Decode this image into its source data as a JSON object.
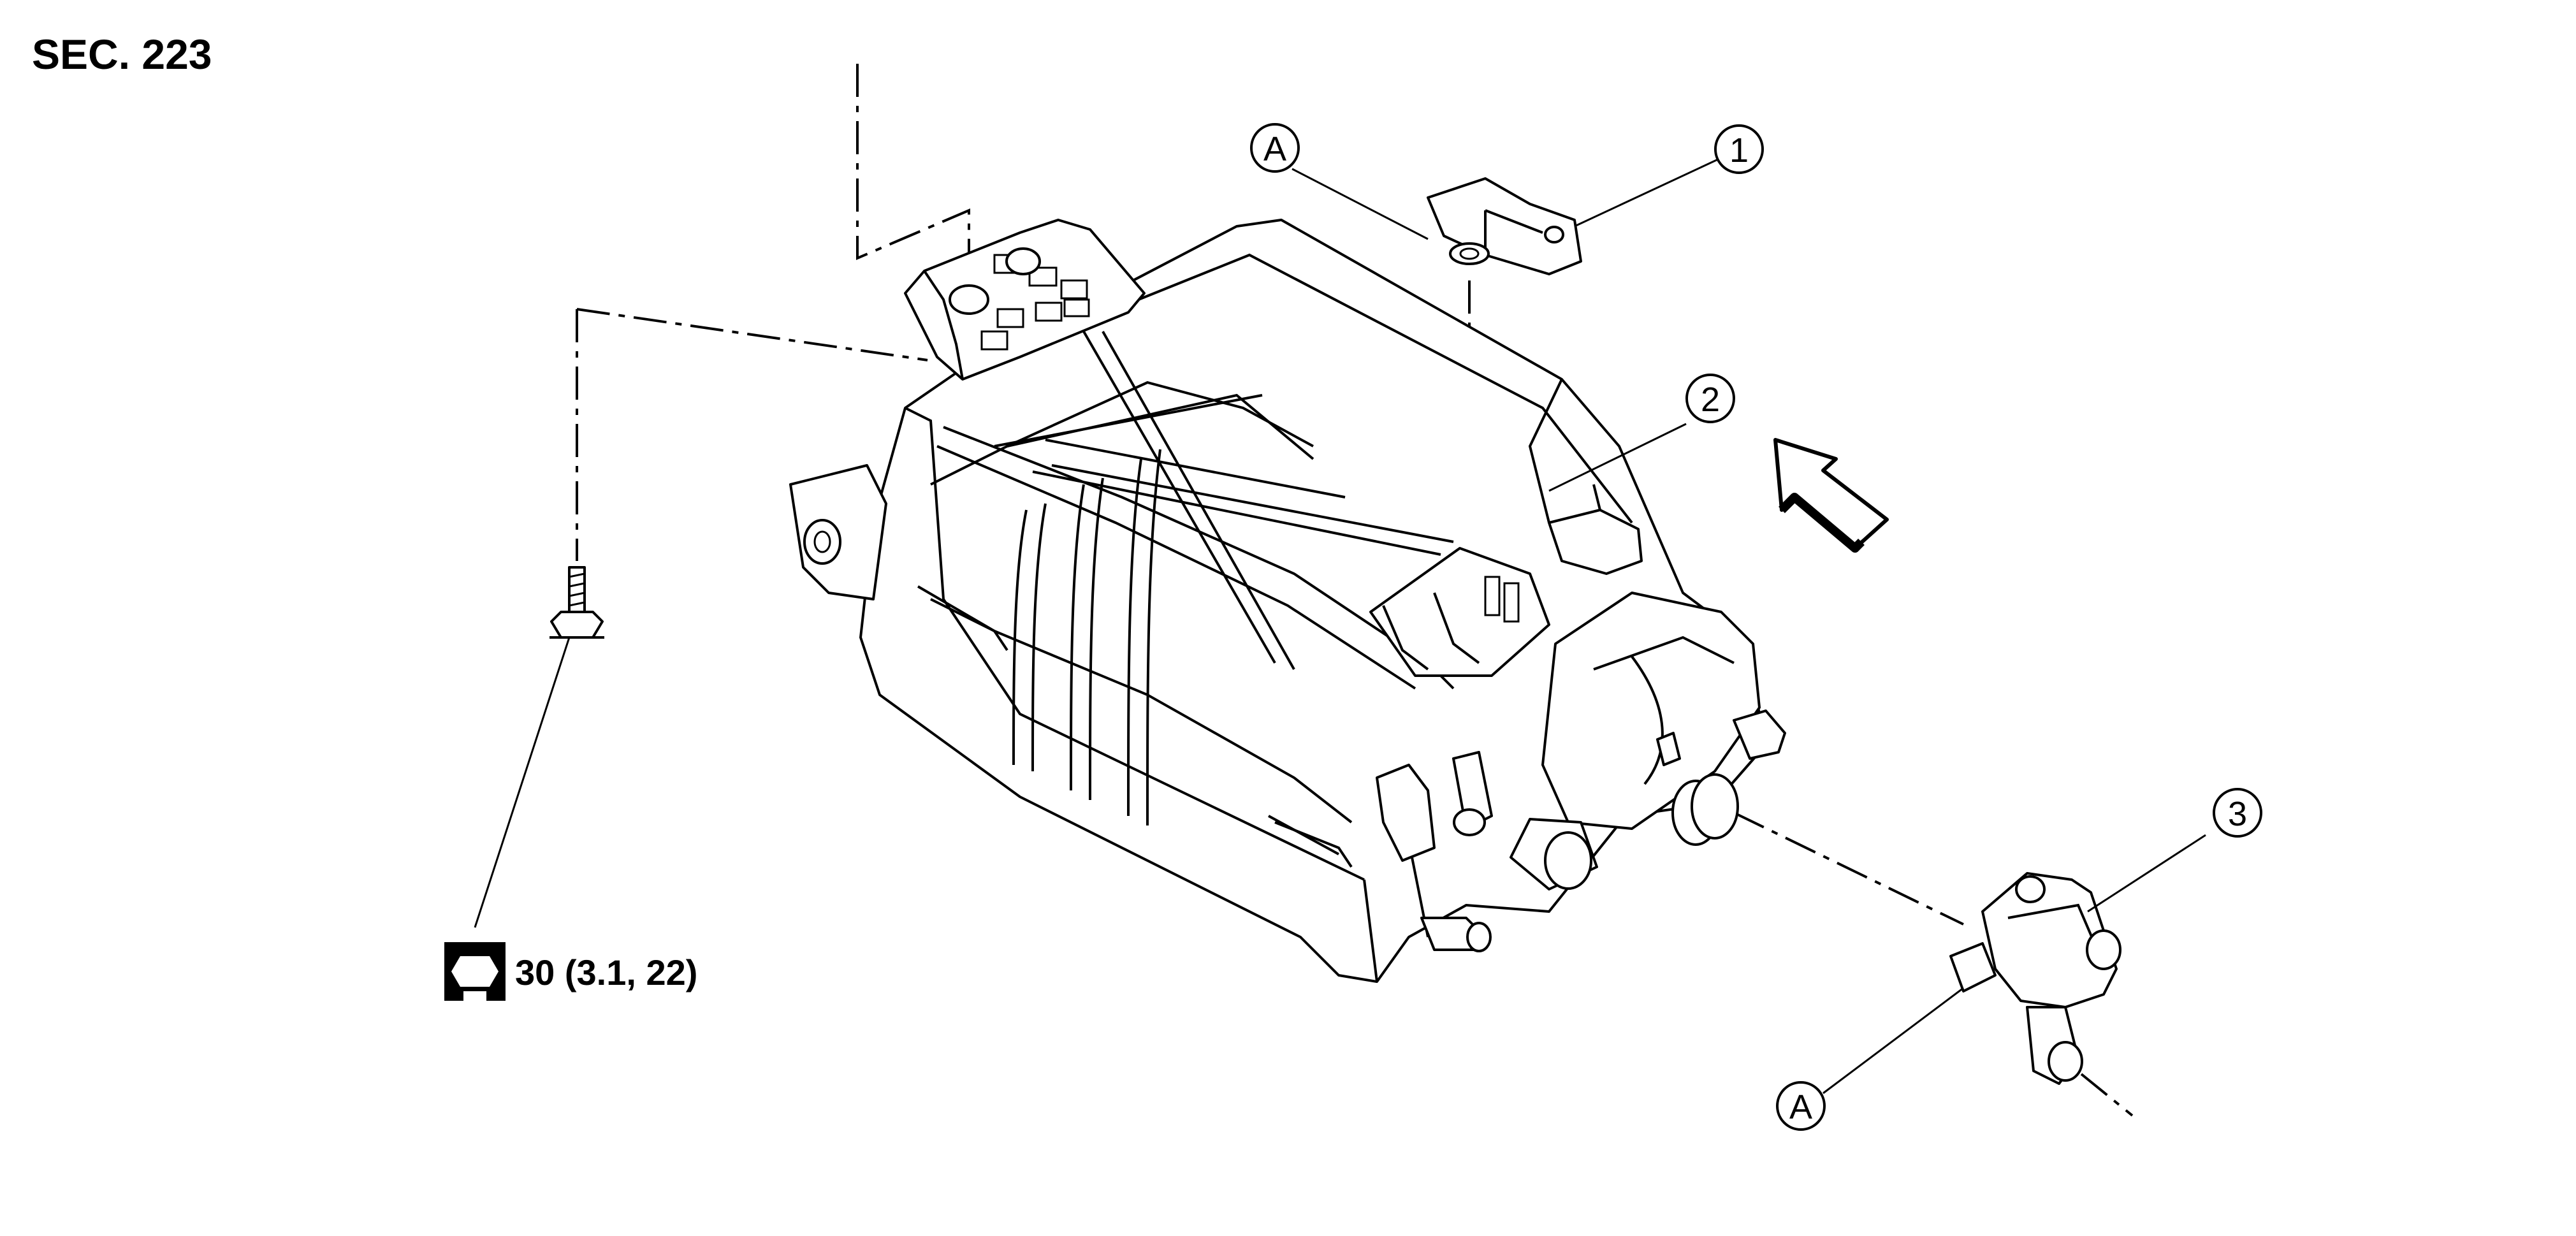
{
  "section_label": "SEC. 223",
  "callouts": {
    "one": "1",
    "two": "2",
    "three": "3",
    "a_top": "A",
    "a_bottom": "A"
  },
  "torque_spec": "30 (3.1, 22)",
  "icons": {
    "torque": "torque-wrench-icon",
    "direction": "front-direction-arrow-icon"
  }
}
